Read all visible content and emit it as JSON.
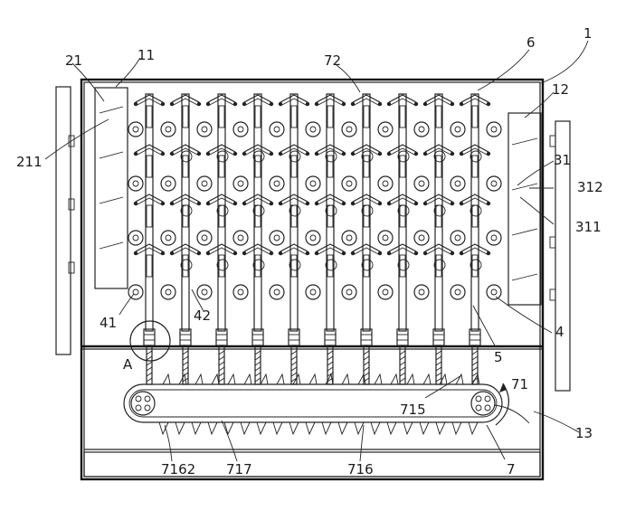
{
  "figure": {
    "labels": {
      "l1": "1",
      "l6": "6",
      "l11": "11",
      "l21": "21",
      "l72": "72",
      "l12": "12",
      "l211": "211",
      "l31": "31",
      "l312": "312",
      "l311": "311",
      "l41": "41",
      "l42": "42",
      "l4": "4",
      "l5": "5",
      "lA": "A",
      "l71": "71",
      "l715": "715",
      "l13": "13",
      "l7162": "7162",
      "l717": "717",
      "l716": "716",
      "l7": "7"
    }
  }
}
